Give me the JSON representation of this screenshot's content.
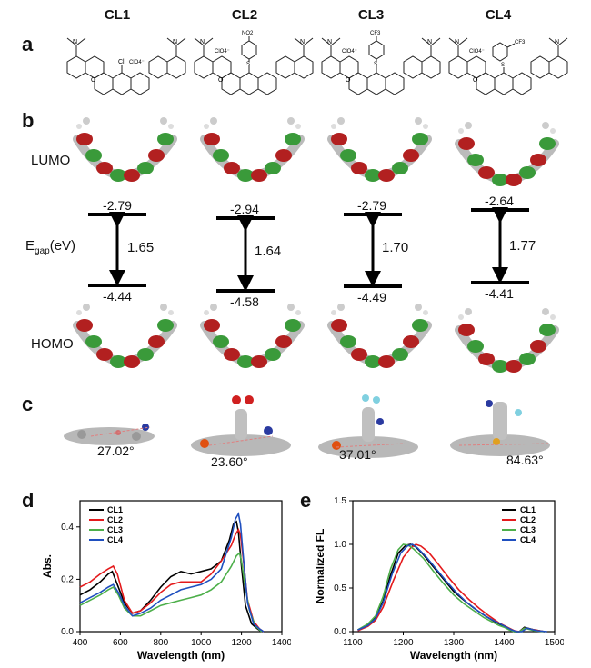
{
  "panel_letters": [
    "a",
    "b",
    "c",
    "d",
    "e"
  ],
  "compounds": [
    "CL1",
    "CL2",
    "CL3",
    "CL4"
  ],
  "structure_labels": {
    "clo4": "ClO4⁻",
    "cl": "Cl",
    "no2": "NO2",
    "cf3": "CF3",
    "s": "S",
    "n": "N",
    "o": "O"
  },
  "rows": {
    "lumo": "LUMO",
    "homo": "HOMO",
    "egap": "E",
    "egap_sub": "gap",
    "egap_unit": "(eV)"
  },
  "energies": {
    "lumo": [
      "-2.79",
      "-2.94",
      "-2.79",
      "-2.64"
    ],
    "homo": [
      "-4.44",
      "-4.58",
      "-4.49",
      "-4.41"
    ],
    "gap": [
      "1.65",
      "1.64",
      "1.70",
      "1.77"
    ]
  },
  "angles": [
    "27.02°",
    "23.60°",
    "37.01°",
    "84.63°"
  ],
  "colors": {
    "cl1": "#000000",
    "cl2": "#e41a1c",
    "cl3": "#4daf4a",
    "cl4": "#1f4fbf"
  },
  "chart_data": [
    {
      "type": "line",
      "xlabel": "Wavelength (nm)",
      "ylabel": "Abs.",
      "xlim": [
        400,
        1400
      ],
      "ylim": [
        0,
        0.5
      ],
      "xticks": [
        400,
        600,
        800,
        1000,
        1200,
        1400
      ],
      "yticks": [
        0.0,
        0.2,
        0.4
      ],
      "legend": "top-left",
      "series": [
        {
          "name": "CL1",
          "x": [
            400,
            450,
            500,
            540,
            560,
            580,
            620,
            660,
            700,
            750,
            800,
            850,
            900,
            950,
            1000,
            1050,
            1100,
            1140,
            1160,
            1175,
            1185,
            1200,
            1220,
            1250,
            1280,
            1300
          ],
          "y": [
            0.14,
            0.16,
            0.19,
            0.22,
            0.23,
            0.19,
            0.11,
            0.07,
            0.08,
            0.12,
            0.17,
            0.21,
            0.23,
            0.22,
            0.23,
            0.24,
            0.27,
            0.35,
            0.41,
            0.42,
            0.38,
            0.25,
            0.1,
            0.03,
            0.01,
            0.0
          ]
        },
        {
          "name": "CL2",
          "x": [
            400,
            450,
            500,
            540,
            565,
            585,
            620,
            660,
            700,
            750,
            800,
            850,
            900,
            950,
            1000,
            1050,
            1100,
            1150,
            1170,
            1185,
            1195,
            1210,
            1230,
            1260,
            1290,
            1310
          ],
          "y": [
            0.17,
            0.19,
            0.22,
            0.24,
            0.25,
            0.22,
            0.12,
            0.07,
            0.08,
            0.11,
            0.15,
            0.18,
            0.19,
            0.19,
            0.19,
            0.22,
            0.27,
            0.33,
            0.37,
            0.39,
            0.37,
            0.27,
            0.12,
            0.04,
            0.01,
            0.0
          ]
        },
        {
          "name": "CL3",
          "x": [
            400,
            450,
            500,
            540,
            565,
            590,
            620,
            660,
            700,
            750,
            800,
            850,
            900,
            950,
            1000,
            1050,
            1100,
            1150,
            1175,
            1190,
            1200,
            1215,
            1240,
            1270,
            1300
          ],
          "y": [
            0.1,
            0.12,
            0.14,
            0.16,
            0.17,
            0.14,
            0.09,
            0.06,
            0.06,
            0.08,
            0.1,
            0.11,
            0.12,
            0.13,
            0.14,
            0.16,
            0.19,
            0.25,
            0.29,
            0.3,
            0.27,
            0.19,
            0.08,
            0.02,
            0.0
          ]
        },
        {
          "name": "CL4",
          "x": [
            400,
            450,
            500,
            540,
            565,
            590,
            620,
            660,
            700,
            750,
            800,
            850,
            900,
            950,
            1000,
            1050,
            1100,
            1150,
            1170,
            1185,
            1195,
            1210,
            1230,
            1260,
            1290,
            1310
          ],
          "y": [
            0.11,
            0.13,
            0.15,
            0.17,
            0.18,
            0.15,
            0.1,
            0.06,
            0.07,
            0.09,
            0.12,
            0.14,
            0.16,
            0.17,
            0.18,
            0.2,
            0.24,
            0.36,
            0.43,
            0.45,
            0.41,
            0.28,
            0.11,
            0.03,
            0.01,
            0.0
          ]
        }
      ]
    },
    {
      "type": "line",
      "xlabel": "Wavelength (nm)",
      "ylabel": "Normalized FL",
      "xlim": [
        1100,
        1500
      ],
      "ylim": [
        0,
        1.5
      ],
      "xticks": [
        1100,
        1200,
        1300,
        1400,
        1500
      ],
      "yticks": [
        0.0,
        0.5,
        1.0,
        1.5
      ],
      "legend": "top-right",
      "series": [
        {
          "name": "CL1",
          "x": [
            1110,
            1130,
            1145,
            1160,
            1175,
            1190,
            1205,
            1215,
            1225,
            1240,
            1260,
            1280,
            1300,
            1320,
            1340,
            1360,
            1380,
            1390,
            1400,
            1410,
            1420,
            1430,
            1440,
            1460,
            1480
          ],
          "y": [
            0.02,
            0.08,
            0.16,
            0.35,
            0.65,
            0.9,
            0.99,
            1.0,
            0.97,
            0.88,
            0.74,
            0.6,
            0.46,
            0.36,
            0.27,
            0.19,
            0.12,
            0.09,
            0.06,
            0.03,
            0.0,
            0.0,
            0.05,
            0.02,
            0.0
          ]
        },
        {
          "name": "CL2",
          "x": [
            1110,
            1130,
            1145,
            1160,
            1180,
            1200,
            1215,
            1225,
            1235,
            1250,
            1270,
            1290,
            1310,
            1330,
            1350,
            1370,
            1390,
            1400,
            1410,
            1420,
            1430,
            1440,
            1460,
            1480
          ],
          "y": [
            0.01,
            0.06,
            0.13,
            0.28,
            0.58,
            0.85,
            0.96,
            1.0,
            0.98,
            0.91,
            0.77,
            0.62,
            0.48,
            0.37,
            0.27,
            0.18,
            0.1,
            0.07,
            0.04,
            0.01,
            0.0,
            0.04,
            0.02,
            0.0
          ]
        },
        {
          "name": "CL3",
          "x": [
            1110,
            1130,
            1145,
            1160,
            1175,
            1190,
            1200,
            1210,
            1220,
            1240,
            1260,
            1280,
            1300,
            1320,
            1340,
            1360,
            1380,
            1390,
            1400,
            1410,
            1420,
            1430,
            1440,
            1460,
            1480
          ],
          "y": [
            0.02,
            0.09,
            0.18,
            0.4,
            0.72,
            0.94,
            1.0,
            0.99,
            0.95,
            0.84,
            0.69,
            0.55,
            0.42,
            0.32,
            0.24,
            0.16,
            0.1,
            0.07,
            0.05,
            0.02,
            0.0,
            0.0,
            0.04,
            0.01,
            0.0
          ]
        },
        {
          "name": "CL4",
          "x": [
            1110,
            1130,
            1145,
            1160,
            1178,
            1195,
            1208,
            1218,
            1228,
            1245,
            1265,
            1285,
            1305,
            1325,
            1345,
            1365,
            1385,
            1395,
            1405,
            1415,
            1425,
            1435,
            1445,
            1465,
            1485
          ],
          "y": [
            0.02,
            0.07,
            0.15,
            0.33,
            0.66,
            0.9,
            0.98,
            1.0,
            0.96,
            0.86,
            0.72,
            0.58,
            0.45,
            0.34,
            0.25,
            0.17,
            0.11,
            0.08,
            0.05,
            0.02,
            0.0,
            0.0,
            0.04,
            0.01,
            0.0
          ]
        }
      ]
    }
  ]
}
